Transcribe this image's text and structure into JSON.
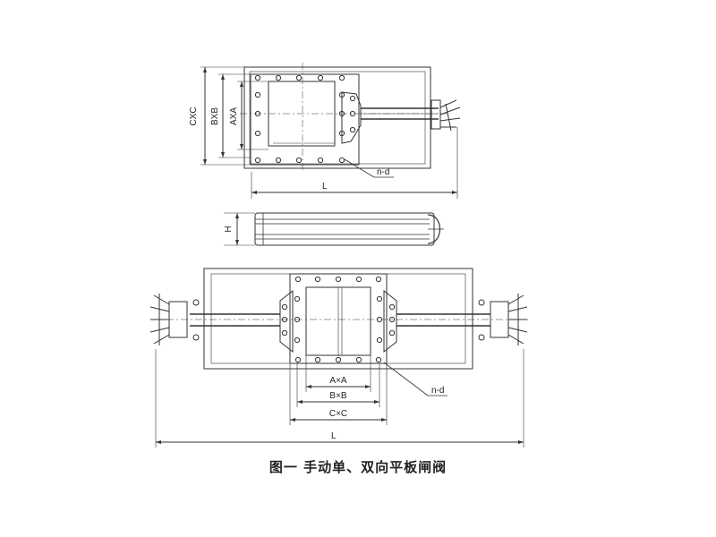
{
  "caption": "图一 手动单、双向平板闸阀",
  "labels": {
    "cxc": "CXC",
    "bxb": "BXB",
    "axa": "AXA",
    "nd": "n-d",
    "l": "L",
    "h": "H",
    "axa_bottom": "A×A",
    "bxb_bottom": "B×B",
    "cxc_bottom": "C×C"
  },
  "colors": {
    "line": "#333333",
    "shade": "#9a9a9a"
  }
}
